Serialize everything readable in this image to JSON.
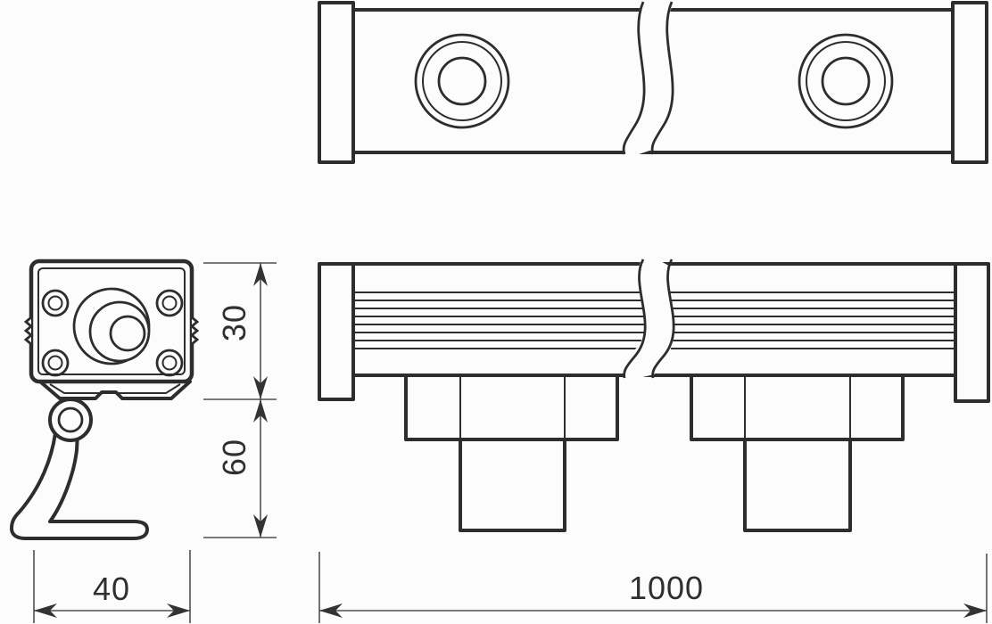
{
  "drawing": {
    "type": "technical-dimension-drawing",
    "dimension_labels": {
      "body_height": "30",
      "bracket_height": "60",
      "body_width": "40",
      "overall_length": "1000"
    },
    "colors": {
      "line": "#2d2d2d",
      "dimension_line": "#4f4f4f",
      "background": "#fcfcfc"
    }
  }
}
